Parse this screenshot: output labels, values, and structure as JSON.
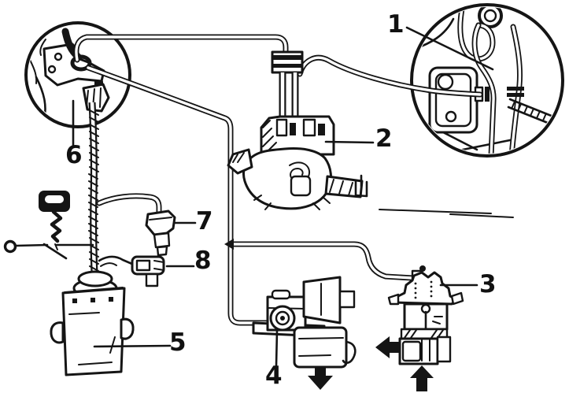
{
  "figure": {
    "kind": "vacuum-hose-routing-line-diagram",
    "background_color": "#ffffff",
    "ink_color": "#151515"
  },
  "callouts": [
    {
      "label": "1"
    },
    {
      "label": "2"
    },
    {
      "label": "3"
    },
    {
      "label": "4"
    },
    {
      "label": "5"
    },
    {
      "label": "6"
    },
    {
      "label": "7"
    },
    {
      "label": "8"
    }
  ],
  "icons": {
    "ignition_key": "key-silhouette",
    "flow_arrow_down": "filled-down-arrow",
    "flow_arrow_left": "filled-left-arrow",
    "flow_arrow_up": "filled-up-arrow",
    "junction_marker": "filled-left-triangle"
  }
}
